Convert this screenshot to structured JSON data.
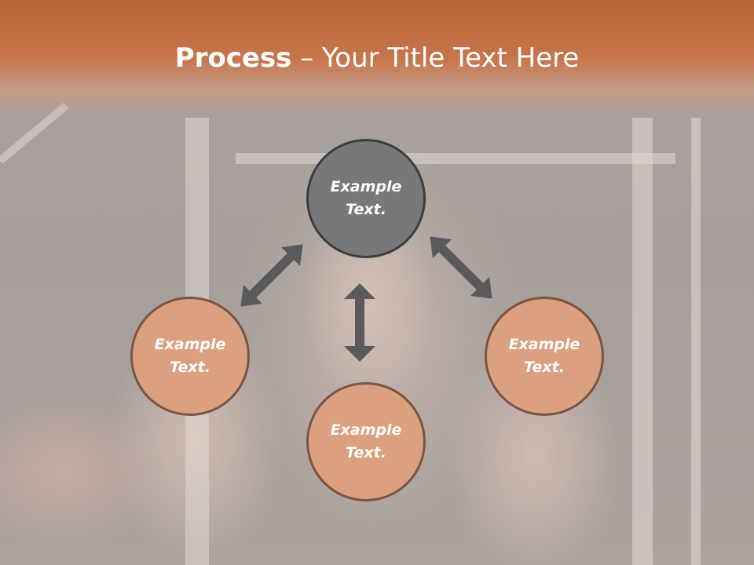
{
  "slide": {
    "title_bold": "Process",
    "title_rest": " – Your Title Text Here"
  },
  "nodes": {
    "top": {
      "line1": "Example",
      "line2": "Text."
    },
    "left": {
      "line1": "Example",
      "line2": "Text."
    },
    "right": {
      "line1": "Example",
      "line2": "Text."
    },
    "bottom": {
      "line1": "Example",
      "line2": "Text."
    }
  },
  "colors": {
    "title_band": "#c36e43",
    "node_fill": "#dba07f",
    "node_fill_center": "#787878",
    "arrow": "#5a5a5a"
  },
  "icons": [
    "double-arrow-icon",
    "double-arrow-icon",
    "double-arrow-icon"
  ]
}
